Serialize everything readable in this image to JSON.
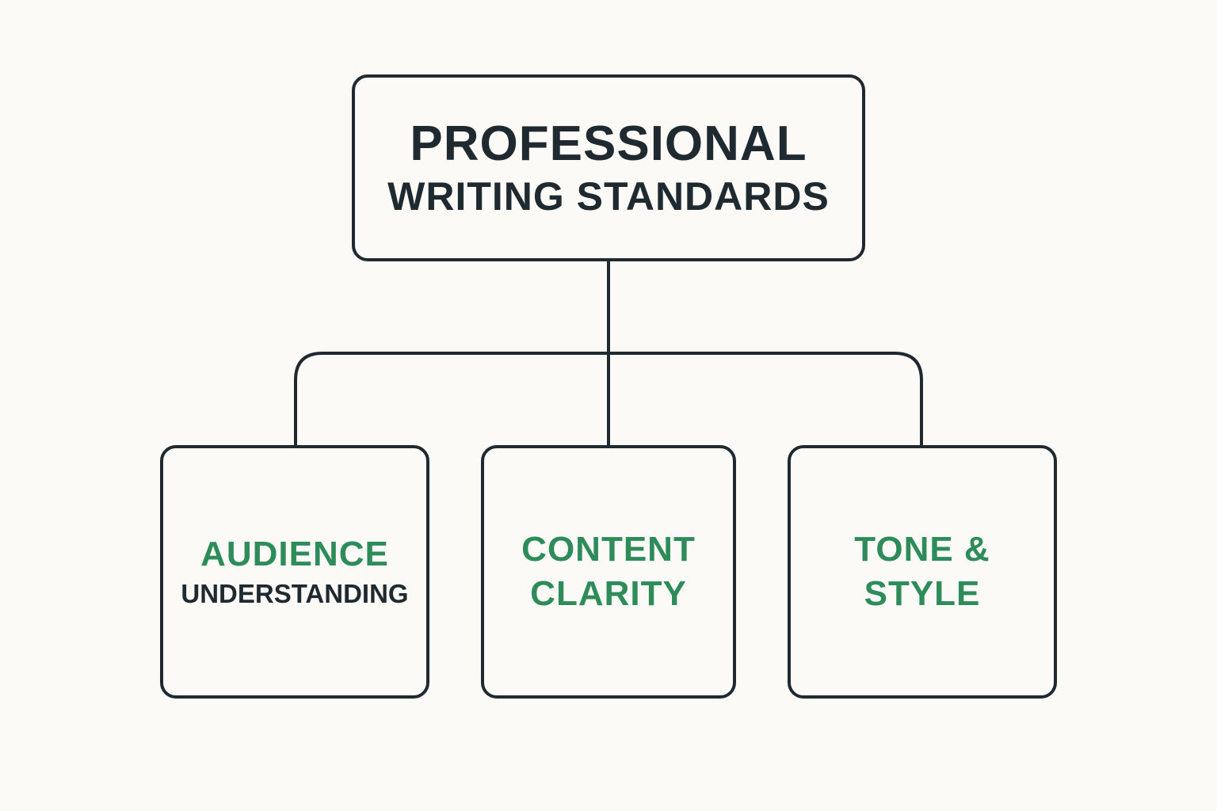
{
  "colors": {
    "background": "#fcfaf7",
    "stroke": "#1f2a30",
    "heading_text": "#1f2a30",
    "accent_green": "#2e8b5a"
  },
  "root": {
    "line1": "PROFESSIONAL",
    "line2": "WRITING STANDARDS"
  },
  "children": [
    {
      "line1": "AUDIENCE",
      "line2": "UNDERSTANDING"
    },
    {
      "line1": "CONTENT",
      "line2": "CLARITY"
    },
    {
      "line1": "TONE &",
      "line2": "STYLE"
    }
  ]
}
